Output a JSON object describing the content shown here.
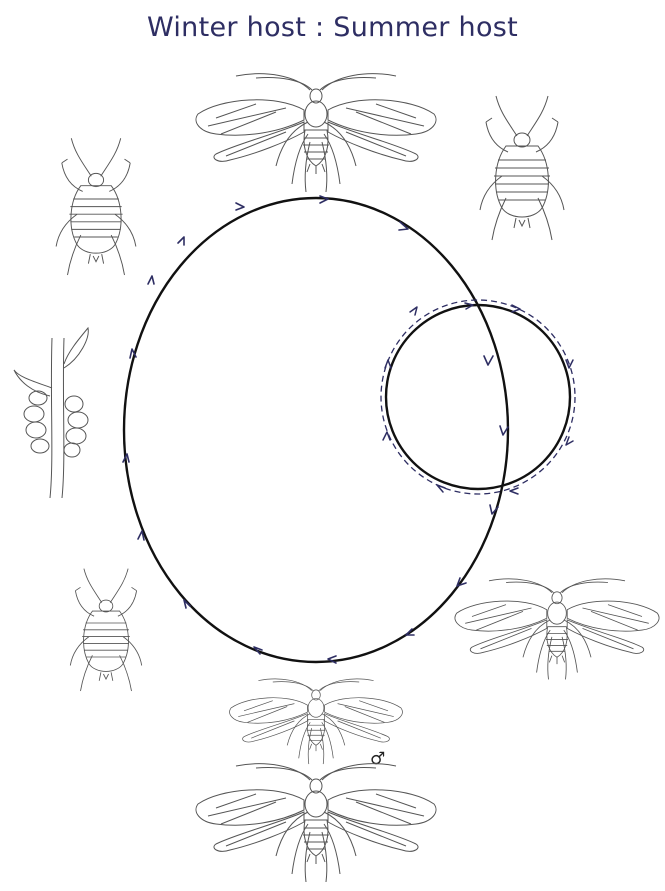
{
  "title": "Winter host : Summer host",
  "male_symbol": "♂",
  "colors": {
    "title": "#2e2e63",
    "cycle_line": "#111111",
    "arrows": "#2e2e63",
    "dashed_cycle": "#2e2e63",
    "illustration": "#555555"
  },
  "cycle": {
    "main_loop_label": "",
    "summer_loop_label": ""
  },
  "illustrations": [
    {
      "id": "winged-aphid-top",
      "kind": "winged"
    },
    {
      "id": "wingless-aphid-top-right",
      "kind": "wingless"
    },
    {
      "id": "wingless-aphid-top-left",
      "kind": "wingless"
    },
    {
      "id": "eggs-on-twig",
      "kind": "eggs"
    },
    {
      "id": "wingless-aphid-bottom-left",
      "kind": "wingless"
    },
    {
      "id": "winged-aphid-right",
      "kind": "winged"
    },
    {
      "id": "winged-male-aphid",
      "kind": "winged-male"
    },
    {
      "id": "winged-aphid-bottom",
      "kind": "winged"
    }
  ]
}
